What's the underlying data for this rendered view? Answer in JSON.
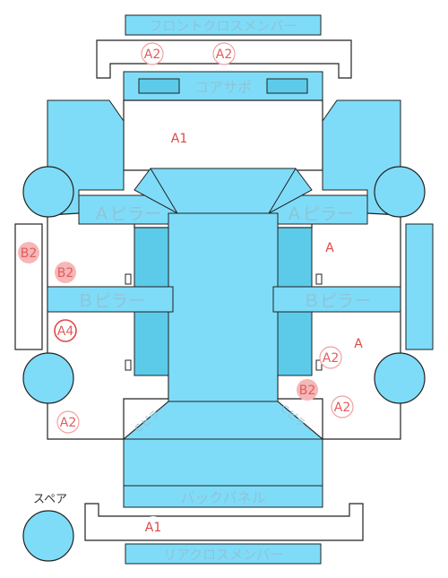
{
  "colors": {
    "panel": "#7fdcf8",
    "panel_dark": "#5ccbea",
    "label": "#8fc3d6",
    "outline": "#222222",
    "badge_pink": "#f5b7b7",
    "badge_ring": "#f2a0a0",
    "badge_text": "#e25c5c",
    "mark": "#e04848"
  },
  "labels": {
    "front_cross_member": "フロントクロスメンバー",
    "core_support": "コアサポ",
    "a_pillar_left": "Ａピラー",
    "a_pillar_right": "Ａピラー",
    "b_pillar_left": "Ｂピラー",
    "b_pillar_right": "Ｂピラー",
    "c_pillar_left": "Ｃピラー",
    "c_pillar_right": "Ｃピラー",
    "back_panel": "バックパネル",
    "rear_cross_member": "リアクロスメンバー",
    "spare": "スペア"
  },
  "marks": {
    "front_left": "A2",
    "front_right": "A2",
    "hood": "A1",
    "left_side": "B2",
    "left_front_door": "B2",
    "left_rear_door": "A4",
    "right_front_door": "A",
    "right_rear_door": "A",
    "right_rear_door_badge": "A2",
    "right_rear_fender_b2": "B2",
    "right_rear_fender_a2": "A2",
    "left_rear_fender": "A2",
    "rear_member": "A1"
  }
}
